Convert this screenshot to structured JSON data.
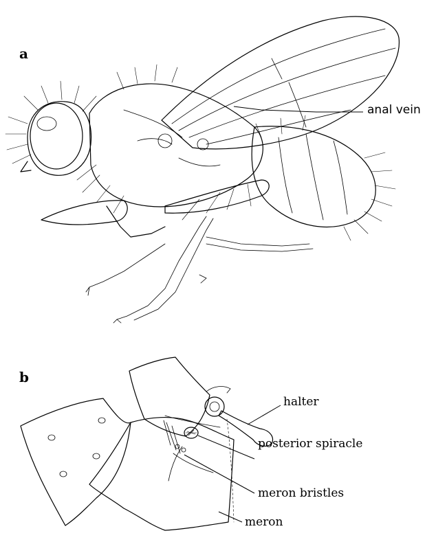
{
  "panels": {
    "a": {
      "letter": "a",
      "callouts": {
        "anal_vein": "anal vein"
      }
    },
    "b": {
      "letter": "b",
      "callouts": {
        "halter": "halter",
        "posterior_spiracle": "posterior spiracle",
        "meron_bristles": "meron bristles",
        "meron": "meron"
      }
    }
  }
}
